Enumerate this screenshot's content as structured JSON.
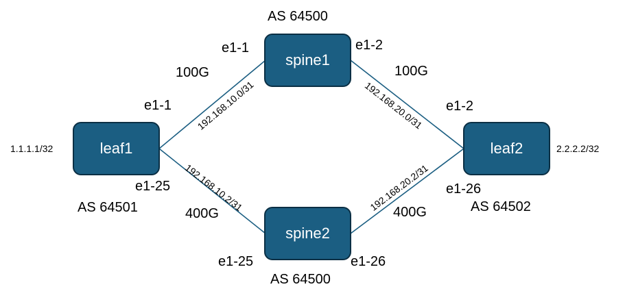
{
  "colors": {
    "node_fill": "#1b5e82",
    "node_border": "#0b2f44",
    "link": "#1b5e82"
  },
  "nodes": {
    "spine1": {
      "name": "spine1",
      "asn": "AS 64500"
    },
    "spine2": {
      "name": "spine2",
      "asn": "AS 64500"
    },
    "leaf1": {
      "name": "leaf1",
      "asn": "AS 64501",
      "loopback": "1.1.1.1/32"
    },
    "leaf2": {
      "name": "leaf2",
      "asn": "AS 64502",
      "loopback": "2.2.2.2/32"
    }
  },
  "links": {
    "leaf1_spine1": {
      "subnet": "192.168.10.0/31",
      "speed": "100G",
      "leaf_port": "e1-1",
      "spine_port": "e1-1"
    },
    "spine1_leaf2": {
      "subnet": "192.168.20.0/31",
      "speed": "100G",
      "spine_port": "e1-2",
      "leaf_port": "e1-2"
    },
    "leaf1_spine2": {
      "subnet": "192.168.10.2/31",
      "speed": "400G",
      "leaf_port": "e1-25",
      "spine_port": "e1-25"
    },
    "spine2_leaf2": {
      "subnet": "192.168.20.2/31",
      "speed": "400G",
      "spine_port": "e1-26",
      "leaf_port": "e1-26"
    }
  }
}
